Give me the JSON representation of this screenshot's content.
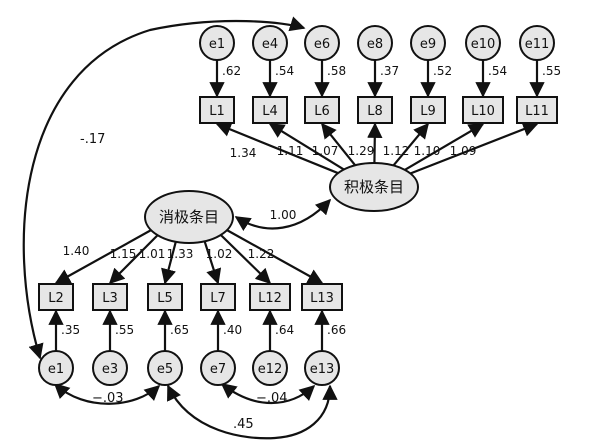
{
  "latents": {
    "positive": "积极条目",
    "negative": "消极条目"
  },
  "latent_correlation": "1.00",
  "positive_items": [
    {
      "id": "L1",
      "error": "e1",
      "error_loading": ".62",
      "loading": "1.34"
    },
    {
      "id": "L4",
      "error": "e4",
      "error_loading": ".54",
      "loading": "1.11"
    },
    {
      "id": "L6",
      "error": "e6",
      "error_loading": ".58",
      "loading": "1.07"
    },
    {
      "id": "L8",
      "error": "e8",
      "error_loading": ".37",
      "loading": "1.29"
    },
    {
      "id": "L9",
      "error": "e9",
      "error_loading": ".52",
      "loading": "1.12"
    },
    {
      "id": "L10",
      "error": "e10",
      "error_loading": ".54",
      "loading": "1.10"
    },
    {
      "id": "L11",
      "error": "e11",
      "error_loading": ".55",
      "loading": "1.09"
    }
  ],
  "negative_items": [
    {
      "id": "L2",
      "error": "e1",
      "error_loading": ".35",
      "loading": "1.40"
    },
    {
      "id": "L3",
      "error": "e3",
      "error_loading": ".55",
      "loading": "1.15"
    },
    {
      "id": "L5",
      "error": "e5",
      "error_loading": ".65",
      "loading": "1.01"
    },
    {
      "id": "L7",
      "error": "e7",
      "error_loading": ".40",
      "loading": "1.33"
    },
    {
      "id": "L12",
      "error": "e12",
      "error_loading": ".64",
      "loading": "1.02"
    },
    {
      "id": "L13",
      "error": "e13",
      "error_loading": ".66",
      "loading": "1.22"
    }
  ],
  "error_covariances": [
    {
      "id": "e1-e6",
      "value": "-.17"
    },
    {
      "id": "e1-e5",
      "value": "−.03"
    },
    {
      "id": "e7-e13",
      "value": "−.04"
    },
    {
      "id": "e5-e13",
      "value": ".45"
    }
  ],
  "colors": {
    "node_fill": "#e6e6e6",
    "stroke": "#111111"
  }
}
